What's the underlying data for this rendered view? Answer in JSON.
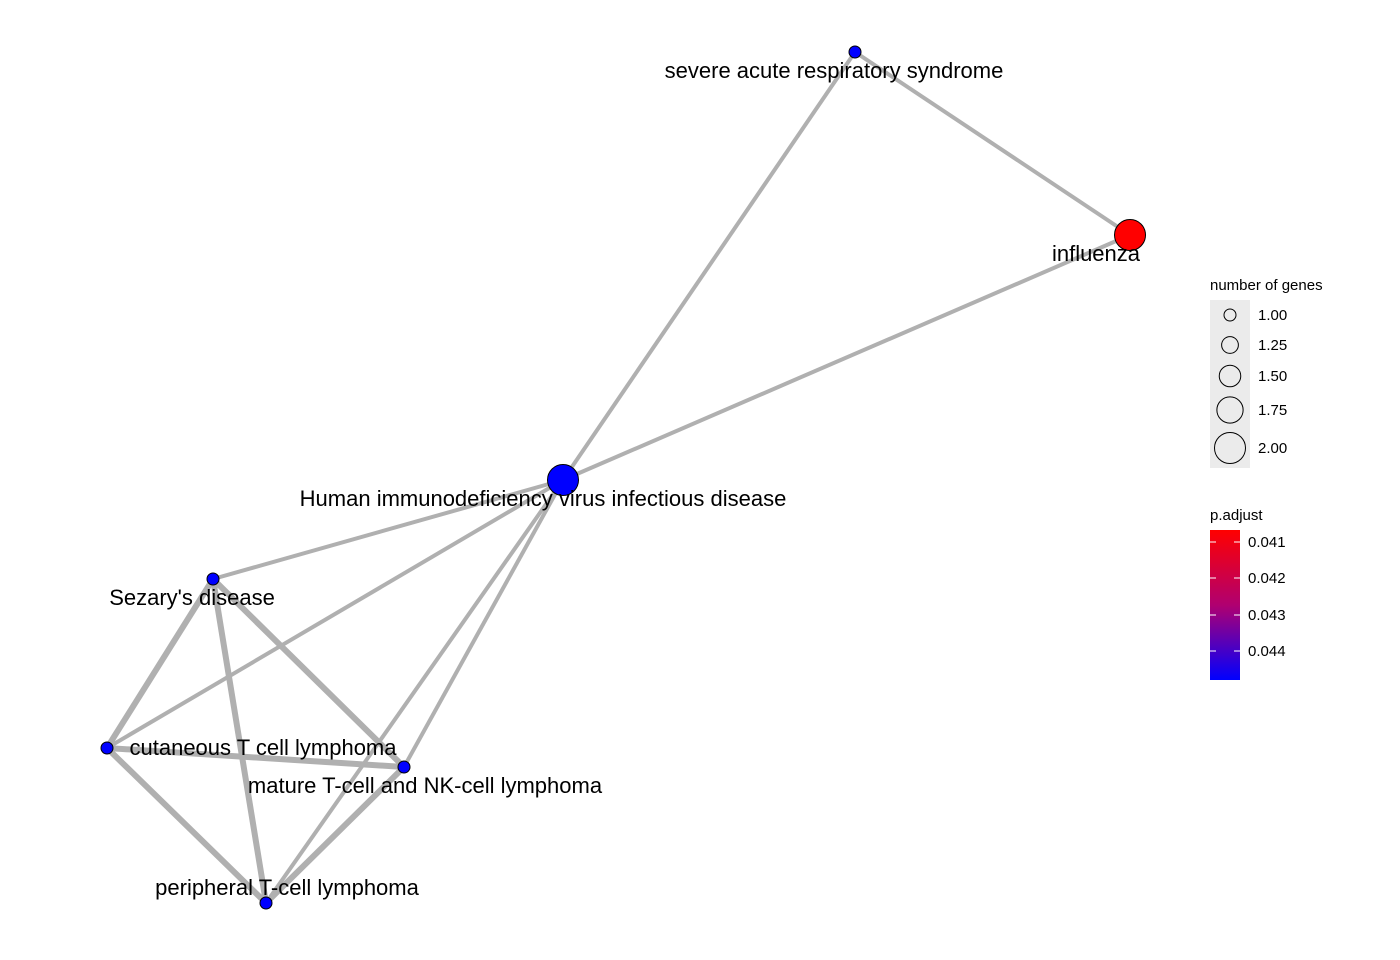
{
  "chart_data": {
    "type": "network",
    "nodes": [
      {
        "id": "sars",
        "label": "severe acute respiratory syndrome",
        "genes": 1,
        "p_adjust": 0.0445
      },
      {
        "id": "influenza",
        "label": "influenza",
        "genes": 2,
        "p_adjust": 0.041
      },
      {
        "id": "hiv",
        "label": "Human immunodeficiency virus infectious disease",
        "genes": 2,
        "p_adjust": 0.0445
      },
      {
        "id": "sezary",
        "label": "Sezary's disease",
        "genes": 1,
        "p_adjust": 0.0445
      },
      {
        "id": "ctcl",
        "label": "cutaneous T cell lymphoma",
        "genes": 1,
        "p_adjust": 0.0445
      },
      {
        "id": "mature",
        "label": "mature T-cell and NK-cell lymphoma",
        "genes": 1,
        "p_adjust": 0.0445
      },
      {
        "id": "ptcl",
        "label": "peripheral T-cell lymphoma",
        "genes": 1,
        "p_adjust": 0.0445
      }
    ],
    "edges": [
      {
        "source": "sars",
        "target": "influenza",
        "weight": 1
      },
      {
        "source": "sars",
        "target": "hiv",
        "weight": 1
      },
      {
        "source": "influenza",
        "target": "hiv",
        "weight": 1
      },
      {
        "source": "hiv",
        "target": "sezary",
        "weight": 1
      },
      {
        "source": "hiv",
        "target": "ctcl",
        "weight": 1
      },
      {
        "source": "hiv",
        "target": "mature",
        "weight": 1
      },
      {
        "source": "hiv",
        "target": "ptcl",
        "weight": 1
      },
      {
        "source": "sezary",
        "target": "ctcl",
        "weight": 1.5
      },
      {
        "source": "sezary",
        "target": "mature",
        "weight": 1.5
      },
      {
        "source": "sezary",
        "target": "ptcl",
        "weight": 1.5
      },
      {
        "source": "ctcl",
        "target": "mature",
        "weight": 1.5
      },
      {
        "source": "ctcl",
        "target": "ptcl",
        "weight": 1.5
      },
      {
        "source": "mature",
        "target": "ptcl",
        "weight": 1.5
      }
    ],
    "legend": {
      "size": {
        "title": "number of genes",
        "values": [
          1.0,
          1.25,
          1.5,
          1.75,
          2.0
        ],
        "labels": [
          "1.00",
          "1.25",
          "1.50",
          "1.75",
          "2.00"
        ]
      },
      "color": {
        "title": "p.adjust",
        "values": [
          0.041,
          0.042,
          0.043,
          0.044
        ],
        "labels": [
          "0.041",
          "0.042",
          "0.043",
          "0.044"
        ],
        "domain": [
          0.041,
          0.0445
        ],
        "low_color": "#ff0000",
        "high_color": "#0000ff"
      }
    },
    "edge_color": "#b0b0b0"
  }
}
